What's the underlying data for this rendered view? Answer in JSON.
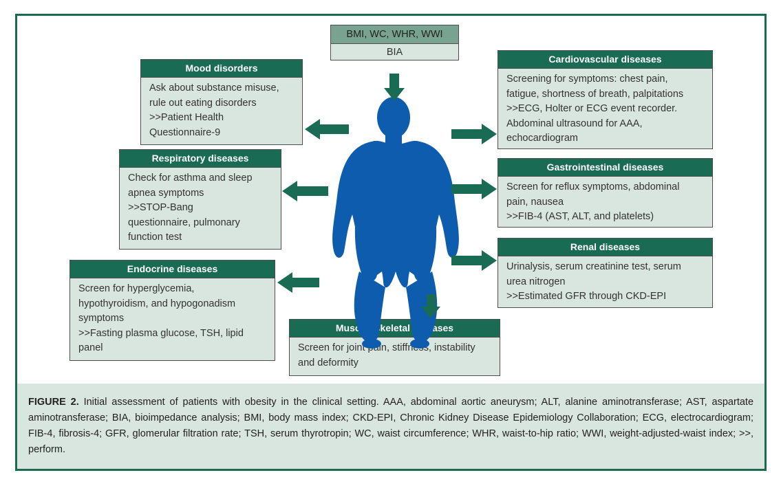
{
  "top_box": {
    "row1": "BMI, WC, WHR, WWI",
    "row2": "BIA"
  },
  "boxes": {
    "mood": {
      "title": "Mood disorders",
      "lines": [
        "Ask about substance misuse,",
        "rule out eating disorders",
        ">>Patient Health",
        "Questionnaire-9"
      ]
    },
    "respiratory": {
      "title": "Respiratory diseases",
      "lines": [
        "Check for asthma and sleep",
        "apnea symptoms",
        ">>STOP-Bang",
        "questionnaire, pulmonary",
        "function test"
      ]
    },
    "endocrine": {
      "title": "Endocrine diseases",
      "lines": [
        "Screen for hyperglycemia,",
        "hypothyroidism, and hypogonadism",
        "symptoms",
        ">>Fasting plasma glucose, TSH, lipid",
        "panel"
      ]
    },
    "cardiovascular": {
      "title": "Cardiovascular diseases",
      "lines": [
        "Screening for symptoms: chest pain,",
        "fatigue, shortness of breath, palpitations",
        ">>ECG, Holter or ECG event recorder.",
        "Abdominal ultrasound for AAA,",
        "echocardiogram"
      ]
    },
    "gastrointestinal": {
      "title": "Gastrointestinal diseases",
      "lines": [
        "Screen for reflux symptoms, abdominal",
        "pain, nausea",
        ">>FIB-4 (AST, ALT, and platelets)"
      ]
    },
    "renal": {
      "title": "Renal diseases",
      "lines": [
        "Urinalysis, serum creatinine test, serum",
        "urea nitrogen",
        ">>Estimated GFR through CKD-EPI"
      ]
    },
    "musculoskeletal": {
      "title": "Musculoskeletal diseases",
      "lines": [
        "Screen for joint pain, stiffness, instability",
        "and deformity"
      ]
    }
  },
  "caption": {
    "label": "FIGURE 2.",
    "text": "Initial assessment of patients with obesity in the clinical setting. AAA, abdominal aortic aneurysm; ALT, alanine aminotransferase; AST, aspartate aminotransferase; BIA, bioimpedance analysis; BMI, body mass index; CKD-EPI, Chronic Kidney Disease Epidemiology Collaboration; ECG, electrocardiogram; FIB-4, fibrosis-4; GFR, glomerular filtration rate; TSH, serum thyrotropin; WC, waist circumference; WHR, waist-to-hip ratio; WWI, weight-adjusted-waist index; >>, perform."
  },
  "colors": {
    "header": "#196b53",
    "box_fill": "#d9e5df",
    "figure": "#0d5cad",
    "arrow": "#196b53",
    "frame": "#1b6a52"
  }
}
